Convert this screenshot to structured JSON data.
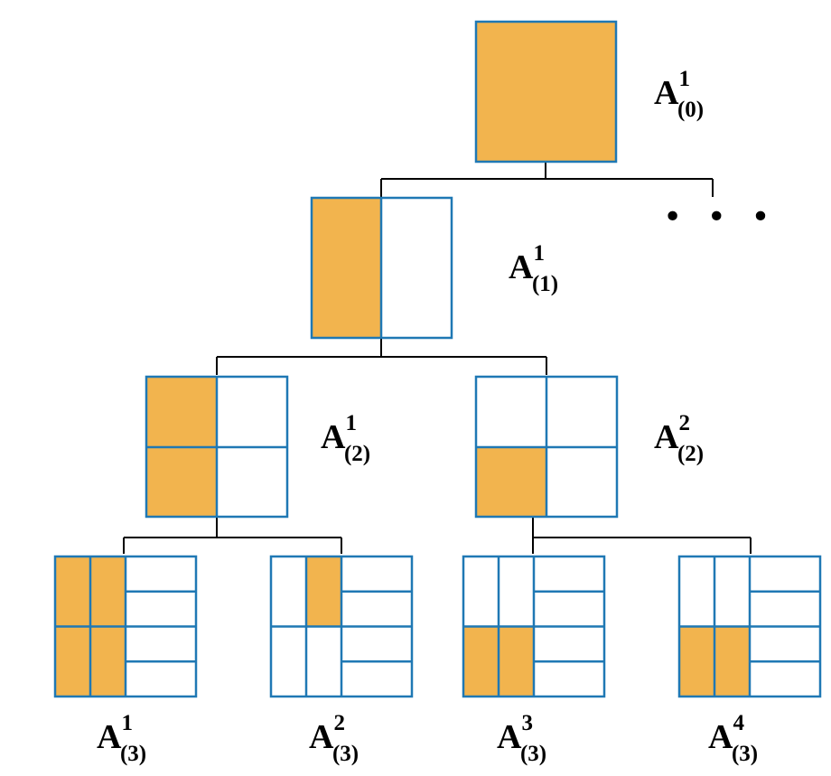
{
  "colors": {
    "fill": "#f2b44e",
    "stroke": "#1f78b4",
    "connector": "#000000"
  },
  "nodes": [
    {
      "id": "l0",
      "label": {
        "base": "A",
        "sup": "1",
        "sub": "(0)"
      }
    },
    {
      "id": "l1",
      "label": {
        "base": "A",
        "sup": "1",
        "sub": "(1)"
      }
    },
    {
      "id": "l2-1",
      "label": {
        "base": "A",
        "sup": "1",
        "sub": "(2)"
      }
    },
    {
      "id": "l2-2",
      "label": {
        "base": "A",
        "sup": "2",
        "sub": "(2)"
      }
    },
    {
      "id": "l3-1",
      "label": {
        "base": "A",
        "sup": "1",
        "sub": "(3)"
      }
    },
    {
      "id": "l3-2",
      "label": {
        "base": "A",
        "sup": "2",
        "sub": "(3)"
      }
    },
    {
      "id": "l3-3",
      "label": {
        "base": "A",
        "sup": "3",
        "sub": "(3)"
      }
    },
    {
      "id": "l3-4",
      "label": {
        "base": "A",
        "sup": "4",
        "sub": "(3)"
      }
    }
  ],
  "ellipsis": "• • •"
}
